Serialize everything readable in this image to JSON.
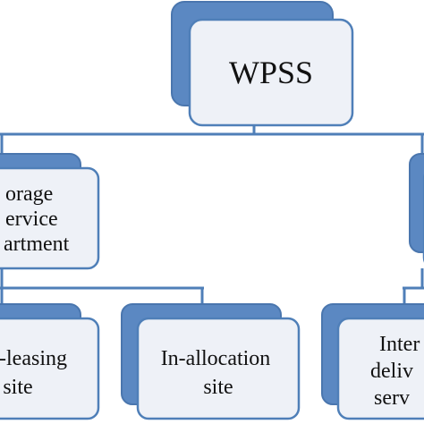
{
  "colors": {
    "connector": "#4f7fb8",
    "shadow_fill": "#5b88c2",
    "shadow_stroke": "#4a76ae",
    "box_fill": "#eef1f7",
    "box_stroke": "#4f7fb8",
    "text": "#111111"
  },
  "nodes": {
    "root": {
      "lines": [
        "WPSS"
      ]
    },
    "storage_dept": {
      "lines": [
        "orage",
        "ervice",
        "artment"
      ]
    },
    "right_dept": {
      "lines": []
    },
    "leasing_site": {
      "lines": [
        "-leasing",
        "site"
      ]
    },
    "allocation_site": {
      "lines": [
        "In-allocation",
        "site"
      ]
    },
    "delivery": {
      "lines": [
        "Inter",
        "deliv",
        "serv"
      ]
    }
  }
}
